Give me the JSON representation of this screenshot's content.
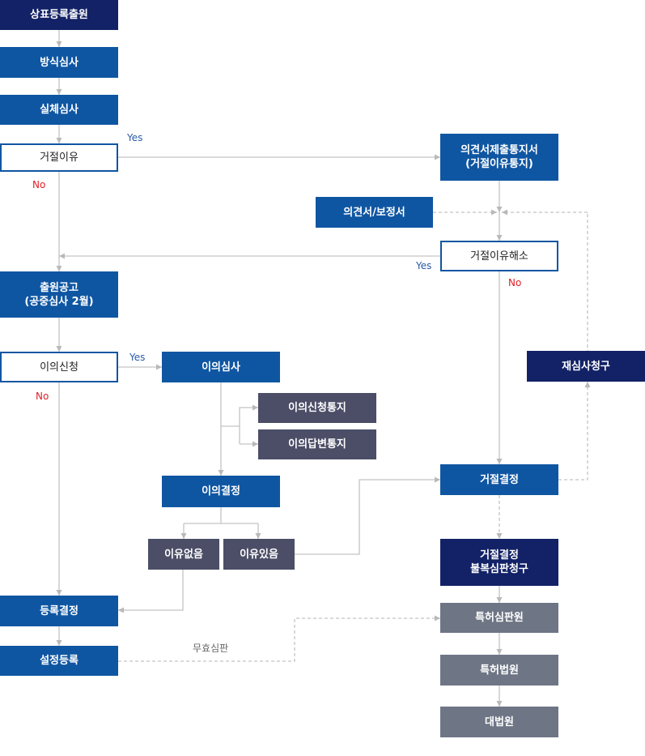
{
  "boxes": {
    "application": "상표등록출원",
    "formality_exam": "방식심사",
    "substantive_exam": "실체심사",
    "refusal_reason": "거절이유",
    "notice_of_submission": "의견서제출통지서\n(거절이유통지)",
    "opinion_amendment": "의견서/보정서",
    "refusal_resolved": "거절이유해소",
    "publication": "출원공고\n(공중심사 2월)",
    "opposition": "이의신청",
    "opposition_review": "이의심사",
    "opposition_notice": "이의신청통지",
    "opposition_reply_notice": "이의답변통지",
    "reexam_request": "재심사청구",
    "opposition_decision": "이의결정",
    "no_grounds": "이유없음",
    "has_grounds": "이유있음",
    "refusal_decision": "거절결정",
    "appeal_request": "거절결정\n불복심판청구",
    "registration_decision": "등록결정",
    "ip_tribunal": "특허심판원",
    "setup_registration": "설정등록",
    "patent_court": "특허법원",
    "supreme_court": "대법원"
  },
  "labels": {
    "yes": "Yes",
    "no": "No",
    "invalidation_trial": "무효심판"
  }
}
